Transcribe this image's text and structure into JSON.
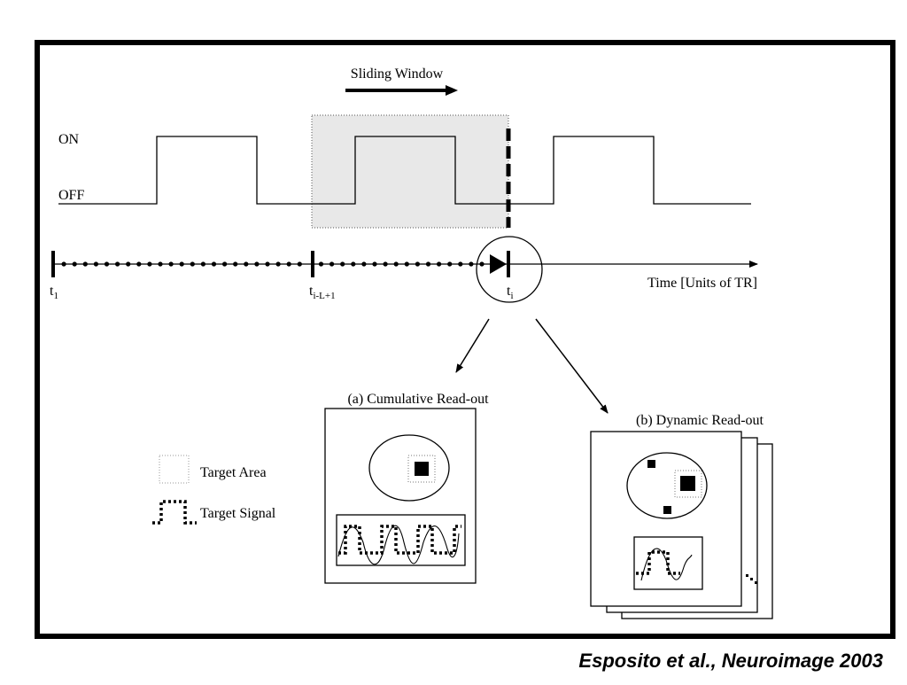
{
  "sliding_window": {
    "label": "Sliding Window"
  },
  "signal": {
    "on_label": "ON",
    "off_label": "OFF"
  },
  "timeline": {
    "axis_label": "Time [Units of TR]",
    "t1": {
      "base": "t",
      "sub": "1"
    },
    "tiL1": {
      "base": "t",
      "sub": "i-L+1"
    },
    "ti": {
      "base": "t",
      "sub": "i"
    }
  },
  "panels": {
    "cumulative_title": "(a) Cumulative Read-out",
    "dynamic_title": "(b) Dynamic Read-out"
  },
  "legend": {
    "target_area": "Target Area",
    "target_signal": "Target Signal"
  },
  "citation": "Esposito et al., Neuroimage 2003"
}
